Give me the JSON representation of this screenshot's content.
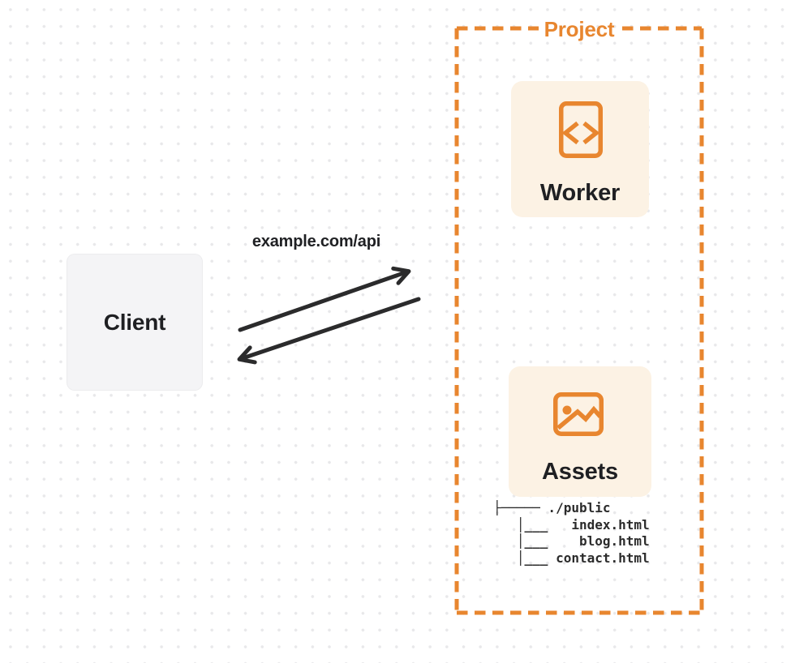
{
  "colors": {
    "accent": "#E8862F",
    "cream": "#FCF2E4",
    "gray": "#F4F4F6",
    "ink": "#1F2023",
    "arrow": "#2B2B2C",
    "treeInk": "#2B2B2B",
    "dot": "#E8E8EA"
  },
  "client": {
    "label": "Client"
  },
  "request": {
    "url_label": "example.com/api"
  },
  "project": {
    "title": "Project",
    "worker": {
      "label": "Worker",
      "icon": "code-file-icon"
    },
    "assets": {
      "label": "Assets",
      "icon": "image-icon"
    },
    "file_tree": {
      "root": "./public",
      "files": [
        "index.html",
        "blog.html",
        "contact.html"
      ],
      "lines": [
        "├───── ./public",
        "   │___   index.html",
        "   │___    blog.html",
        "   │___ contact.html"
      ]
    }
  }
}
